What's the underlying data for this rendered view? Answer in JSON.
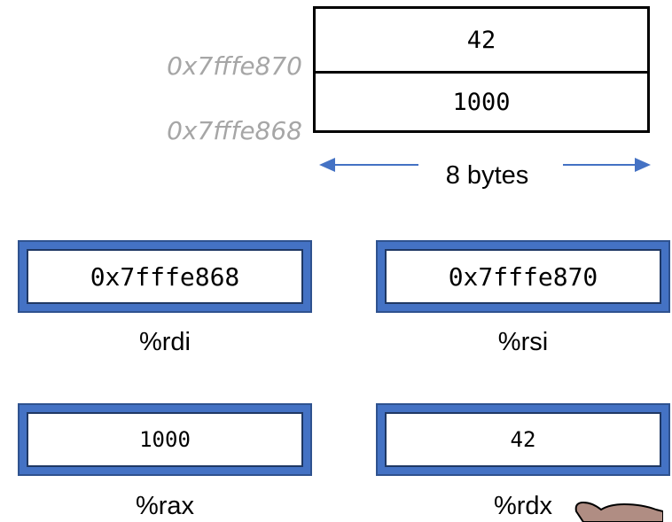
{
  "memory": {
    "cells": [
      {
        "value": "42"
      },
      {
        "value": "1000"
      }
    ],
    "addresses": [
      "0x7fffe870",
      "0x7fffe868"
    ],
    "width_label": "8 bytes"
  },
  "registers": [
    {
      "value": "0x7fffe868",
      "name": "%rdi"
    },
    {
      "value": "0x7fffe870",
      "name": "%rsi"
    },
    {
      "value": "1000",
      "name": "%rax"
    },
    {
      "value": "42",
      "name": "%rdx"
    }
  ],
  "colors": {
    "register_fill": "#4472c4",
    "arrow": "#4472c4",
    "address_text": "#a6a6a6",
    "hand": "#b08d83"
  }
}
